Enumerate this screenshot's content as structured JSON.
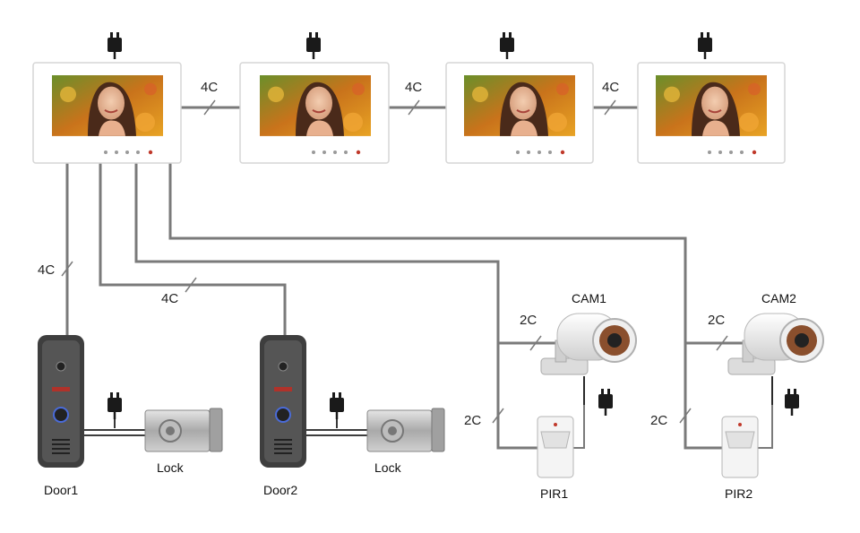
{
  "colors": {
    "wire": "#7a7a7a",
    "monitor_frame": "#ffffff",
    "door_station": "#4a4a4a",
    "camera": "#e9e9e9",
    "accent_call": "#c0392b"
  },
  "monitors": [
    {
      "name": "monitor-1",
      "adapter": "power-adapter-icon"
    },
    {
      "name": "monitor-2",
      "adapter": "power-adapter-icon"
    },
    {
      "name": "monitor-3",
      "adapter": "power-adapter-icon"
    },
    {
      "name": "monitor-4",
      "adapter": "power-adapter-icon"
    }
  ],
  "links": {
    "m1_m2": "4C",
    "m2_m3": "4C",
    "m3_m4": "4C",
    "door1": "4C",
    "door2": "4C",
    "cam1": "2C",
    "pir1": "2C",
    "cam2": "2C",
    "pir2": "2C"
  },
  "devices": {
    "door1": "Door1",
    "door2": "Door2",
    "lock1": "Lock",
    "lock2": "Lock",
    "cam1": "CAM1",
    "cam2": "CAM2",
    "pir1": "PIR1",
    "pir2": "PIR2"
  }
}
